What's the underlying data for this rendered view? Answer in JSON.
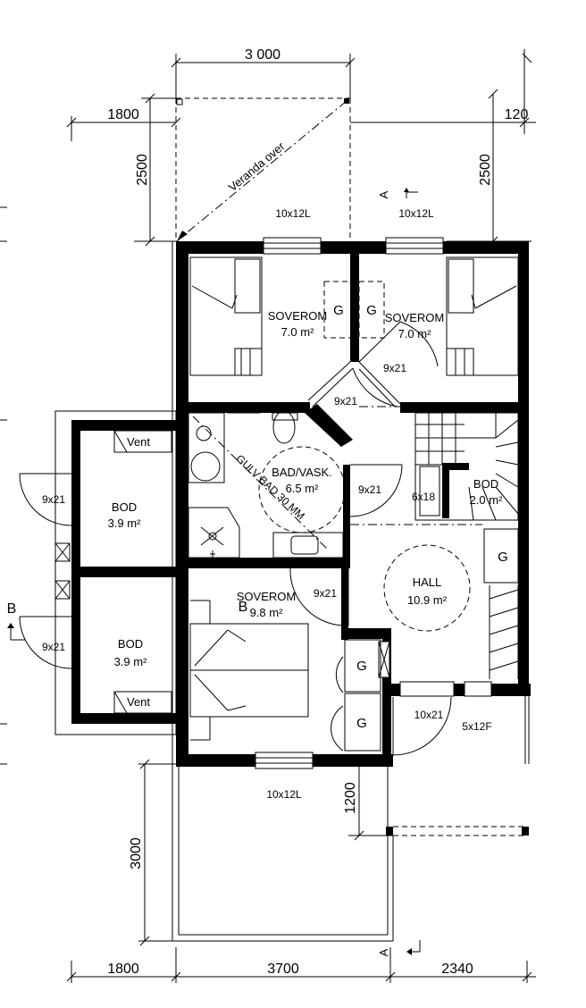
{
  "dimensions": {
    "top_width": "3 000",
    "top_left": "1800",
    "top_right": "120",
    "veranda_depth_left": "2500",
    "veranda_depth_right": "2500",
    "bottom_left": "1800",
    "bottom_mid": "3700",
    "bottom_right": "2340",
    "terrace_depth": "3000",
    "entry_depth": "1200"
  },
  "annotations": {
    "veranda": "Veranda over",
    "section_a_top": "A",
    "section_a_bottom": "A",
    "section_b": "B",
    "floor_note": "GULV BAD 30 MM"
  },
  "rooms": {
    "bedroom_left": {
      "name": "SOVEROM",
      "area": "7.0  m²"
    },
    "bedroom_right": {
      "name": "SOVEROM",
      "area": "7.0  m²"
    },
    "bath": {
      "name": "BAD/VASK.",
      "area": "6.5  m²"
    },
    "storage_small": {
      "name": "BOD",
      "area": "2.0  m²"
    },
    "storage_top": {
      "name": "BOD",
      "area": "3.9  m²"
    },
    "storage_bottom": {
      "name": "BOD",
      "area": "3.9  m²"
    },
    "bedroom_bottom": {
      "name": "SOVEROM",
      "area": "9.8  m²"
    },
    "hall": {
      "name": "HALL",
      "area": "10.9  m²"
    }
  },
  "windows": {
    "w_top_left": "10x12L",
    "w_top_right": "10x12L",
    "w_bottom": "10x12L",
    "w_entry_side": "5x12F"
  },
  "doors": {
    "d_bed_right": "9x21",
    "d_bed_left": "9x21",
    "d_bath": "9x21",
    "d_stair": "6x18",
    "d_bed_bottom": "9x21",
    "d_bod_top": "9x21",
    "d_bod_bottom": "9x21",
    "d_entry": "10x21"
  },
  "fixtures": {
    "vent_top": "Vent",
    "vent_bottom": "Vent",
    "wardrobe": "G"
  }
}
